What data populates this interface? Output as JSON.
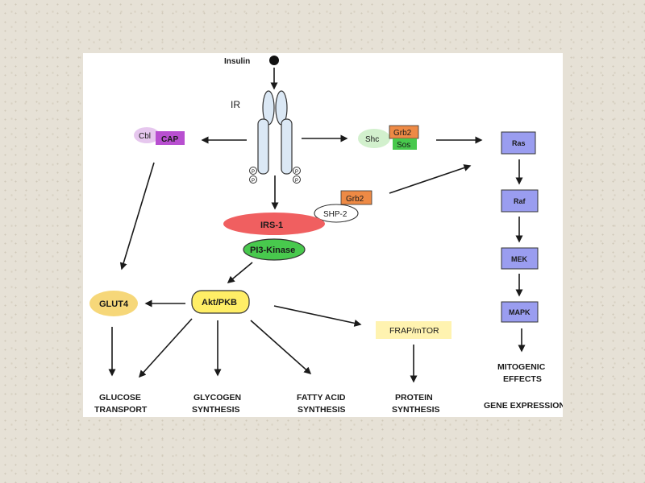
{
  "diagram": {
    "insulin": "Insulin",
    "receptor": "IR",
    "phospho_mark": "P",
    "cbl": "Cbl",
    "cap": "CAP",
    "shc": "Shc",
    "grb2_top": "Grb2",
    "sos": "Sos",
    "grb2_mid": "Grb2",
    "shp2": "SHP-2",
    "irs1": "IRS-1",
    "pi3k": "PI3-Kinase",
    "akt": "Akt/PKB",
    "glut4": "GLUT4",
    "frap": "FRAP/mTOR",
    "ras": "Ras",
    "raf": "Raf",
    "mek": "MEK",
    "mapk": "MAPK",
    "mitogenic_line1": "MITOGENIC",
    "mitogenic_line2": "EFFECTS",
    "gene_expression": "GENE EXPRESSION",
    "glucose_line1": "GLUCOSE",
    "glucose_line2": "TRANSPORT",
    "glycogen_line1": "GLYCOGEN",
    "glycogen_line2": "SYNTHESIS",
    "fatty_line1": "FATTY ACID",
    "fatty_line2": "SYNTHESIS",
    "protein_line1": "PROTEIN",
    "protein_line2": "SYNTHESIS"
  },
  "colors": {
    "receptor": "#dbe8f5",
    "cbl": "#e6c7ee",
    "cap": "#b84fd0",
    "shc": "#d2f0cd",
    "grb2": "#ee8a45",
    "sos": "#48c94d",
    "irs1": "#f05f60",
    "pi3k": "#48c94d",
    "akt": "#ffee66",
    "glut4": "#f6d779",
    "frap": "#fff3b0",
    "mapk_cascade": "#9a9df0"
  }
}
